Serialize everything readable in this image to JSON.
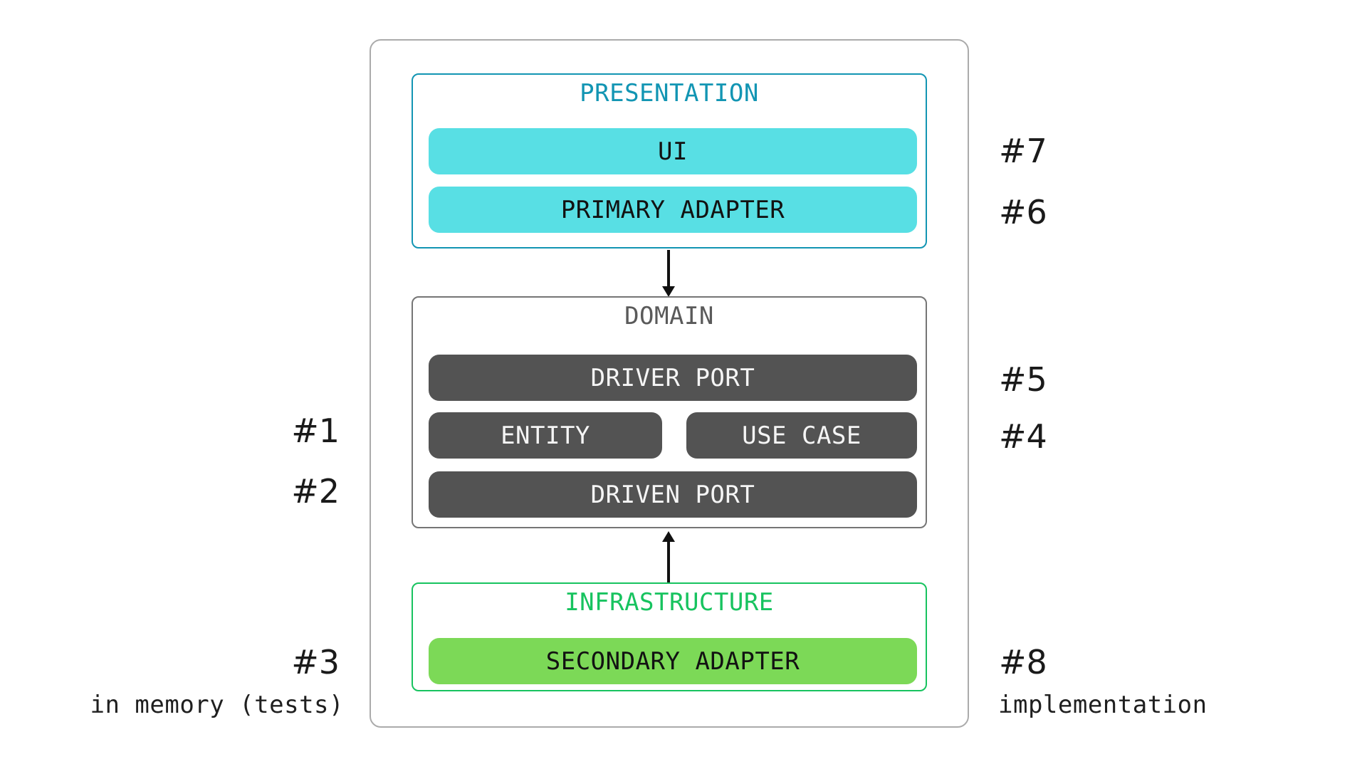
{
  "colors": {
    "teal": "#1295b3",
    "cyan_fill": "#58dfe4",
    "gray_border": "#757575",
    "gray_title": "#5a5a5a",
    "dark_fill": "#535353",
    "green": "#17c35f",
    "green_fill": "#7cd957",
    "outer_border": "#ababab",
    "ink": "#1a1a1a"
  },
  "layers": {
    "presentation": {
      "title": "PRESENTATION",
      "pills": {
        "ui": "UI",
        "primary_adapter": "PRIMARY ADAPTER"
      }
    },
    "domain": {
      "title": "DOMAIN",
      "pills": {
        "driver_port": "DRIVER PORT",
        "entity": "ENTITY",
        "use_case": "USE CASE",
        "driven_port": "DRIVEN PORT"
      }
    },
    "infrastructure": {
      "title": "INFRASTRUCTURE",
      "pills": {
        "secondary_adapter": "SECONDARY ADAPTER"
      }
    }
  },
  "arrows": {
    "presentation_to_domain": "arrow-down",
    "infrastructure_to_domain": "arrow-up"
  },
  "annotations": {
    "n1": "#1",
    "n2": "#2",
    "n3": "#3",
    "n4": "#4",
    "n5": "#5",
    "n6": "#6",
    "n7": "#7",
    "n8": "#8"
  },
  "footnotes": {
    "left": "in memory (tests)",
    "right": "implementation"
  }
}
